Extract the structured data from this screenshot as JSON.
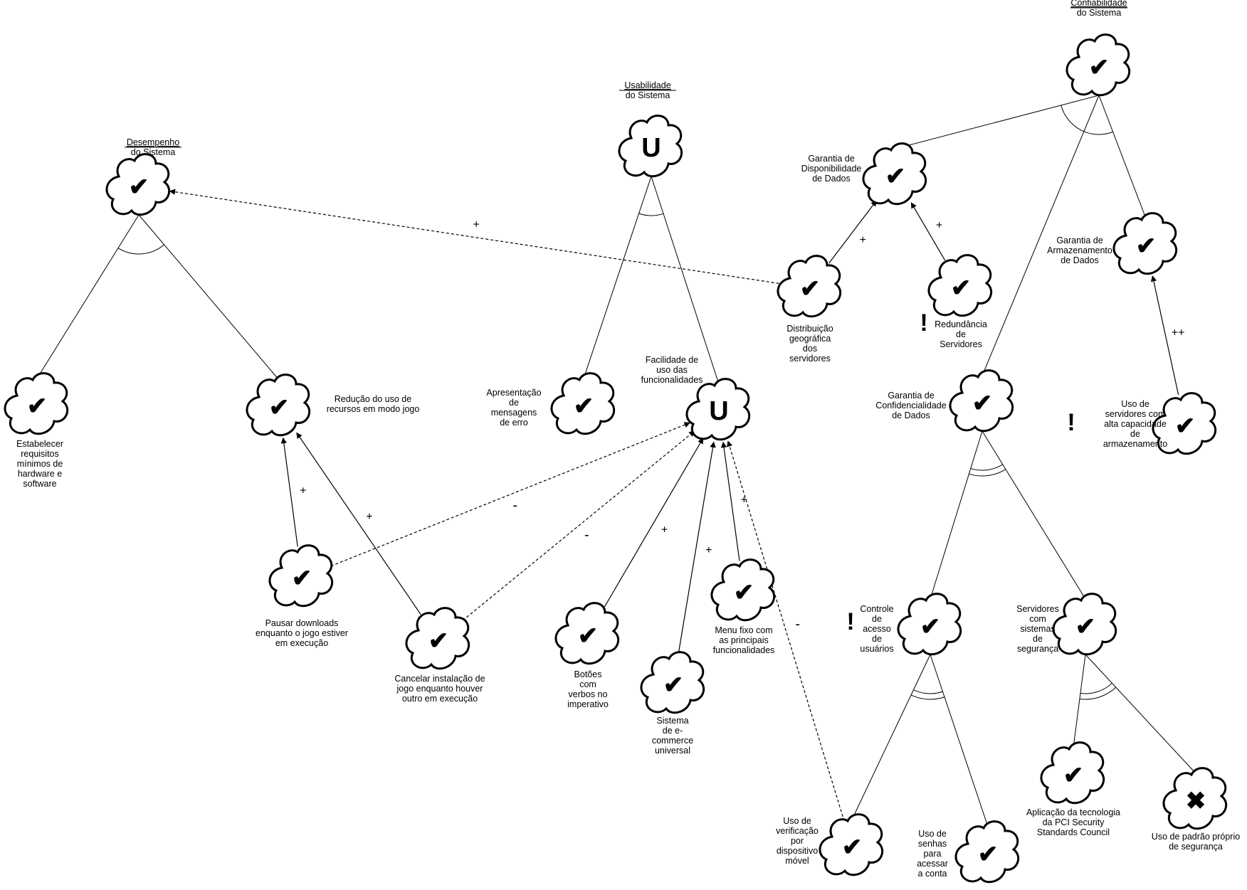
{
  "softgoals": [
    {
      "id": "desempenho",
      "title_lines": [
        "Desempenho",
        "do Sistema"
      ],
      "status": "satisficed"
    },
    {
      "id": "usabilidade",
      "title_lines": [
        "Usabilidade",
        "do Sistema"
      ],
      "status": "undecided"
    },
    {
      "id": "confiabilidade",
      "title_lines": [
        "Confiabilidade",
        "do Sistema"
      ],
      "status": "satisficed"
    },
    {
      "id": "disponibilidade",
      "label_lines": [
        "Garantia de",
        "Disponibilidade",
        "de Dados"
      ],
      "status": "satisficed"
    },
    {
      "id": "armazenamento",
      "label_lines": [
        "Garantia de",
        "Armazenamento",
        "de Dados"
      ],
      "status": "satisficed"
    },
    {
      "id": "distribuicao",
      "label_lines": [
        "Distribuição",
        "geográfica",
        "dos",
        "servidores"
      ],
      "status": "satisficed"
    },
    {
      "id": "redundancia",
      "label_lines": [
        "Redundância",
        "de",
        "Servidores"
      ],
      "status": "satisficed",
      "critical": true
    },
    {
      "id": "confidencialidade",
      "label_lines": [
        "Garantia de",
        "Confidencialidade",
        "de Dados"
      ],
      "status": "satisficed"
    },
    {
      "id": "alta_capacidade",
      "label_lines": [
        "Uso de",
        "servidores com",
        "alta capacidade",
        "de",
        "armazenamento"
      ],
      "status": "satisficed",
      "critical": true
    },
    {
      "id": "controle",
      "label_lines": [
        "Controle",
        "de",
        "acesso",
        "de",
        "usuários"
      ],
      "status": "satisficed",
      "critical": true
    },
    {
      "id": "servidores_seg",
      "label_lines": [
        "Servidores",
        "com",
        "sistemas",
        "de",
        "segurança"
      ],
      "status": "satisficed"
    },
    {
      "id": "verificacao",
      "label_lines": [
        "Uso de",
        "verificação",
        "por",
        "dispositivo",
        "móvel"
      ],
      "status": "satisficed"
    },
    {
      "id": "senhas",
      "label_lines": [
        "Uso de",
        "senhas",
        "para",
        "acessar",
        "a conta"
      ],
      "status": "satisficed"
    },
    {
      "id": "pci",
      "label_lines": [
        "Aplicação da tecnologia",
        "da PCI Security",
        "Standards Council"
      ],
      "status": "satisficed"
    },
    {
      "id": "padrao_proprio",
      "label_lines": [
        "Uso de padrão próprio",
        "de segurança"
      ],
      "status": "denied"
    },
    {
      "id": "requisitos",
      "label_lines": [
        "Estabelecer",
        "requisitos",
        "mínimos de",
        "hardware e",
        "software"
      ],
      "status": "satisficed"
    },
    {
      "id": "reducao",
      "label_lines": [
        "Redução do uso de",
        "recursos em modo jogo"
      ],
      "status": "satisficed"
    },
    {
      "id": "pausar",
      "label_lines": [
        "Pausar downloads",
        "enquanto o jogo estiver",
        "em execução"
      ],
      "status": "satisficed"
    },
    {
      "id": "cancelar",
      "label_lines": [
        "Cancelar instalação de",
        "jogo enquanto houver",
        "outro em execução"
      ],
      "status": "satisficed"
    },
    {
      "id": "mensagens",
      "label_lines": [
        "Apresentação",
        "de",
        "mensagens",
        "de erro"
      ],
      "status": "satisficed"
    },
    {
      "id": "facilidade",
      "label_lines": [
        "Facilidade de",
        "uso das",
        "funcionalidades"
      ],
      "status": "undecided"
    },
    {
      "id": "botoes",
      "label_lines": [
        "Botões",
        "com",
        "verbos no",
        "imperativo"
      ],
      "status": "satisficed"
    },
    {
      "id": "ecommerce",
      "label_lines": [
        "Sistema",
        "de e-",
        "commerce",
        "universal"
      ],
      "status": "satisficed"
    },
    {
      "id": "menu",
      "label_lines": [
        "Menu fixo com",
        "as principais",
        "funcionalidades"
      ],
      "status": "satisficed"
    }
  ],
  "status_glyphs": {
    "satisficed": "✔",
    "denied": "✖",
    "undecided": "U",
    "critical": "!"
  },
  "contributions": [
    {
      "from": "distribuicao",
      "to": "desempenho",
      "label": "+",
      "style": "dashed"
    },
    {
      "from": "distribuicao",
      "to": "disponibilidade",
      "label": "+",
      "style": "solid"
    },
    {
      "from": "redundancia",
      "to": "disponibilidade",
      "label": "+",
      "style": "solid"
    },
    {
      "from": "alta_capacidade",
      "to": "armazenamento",
      "label": "++",
      "style": "solid"
    },
    {
      "from": "pausar",
      "to": "reducao",
      "label": "+",
      "style": "solid"
    },
    {
      "from": "cancelar",
      "to": "reducao",
      "label": "+",
      "style": "solid"
    },
    {
      "from": "pausar",
      "to": "facilidade",
      "label": "-",
      "style": "dashed"
    },
    {
      "from": "cancelar",
      "to": "facilidade",
      "label": "-",
      "style": "dashed"
    },
    {
      "from": "botoes",
      "to": "facilidade",
      "label": "+",
      "style": "solid"
    },
    {
      "from": "ecommerce",
      "to": "facilidade",
      "label": "+",
      "style": "solid"
    },
    {
      "from": "menu",
      "to": "facilidade",
      "label": "+",
      "style": "solid"
    },
    {
      "from": "verificacao",
      "to": "facilidade",
      "label": "-",
      "style": "dashed"
    }
  ],
  "decompositions": [
    {
      "parent": "desempenho",
      "children": [
        "requisitos",
        "reducao"
      ],
      "type": "AND"
    },
    {
      "parent": "usabilidade",
      "children": [
        "mensagens",
        "facilidade"
      ],
      "type": "AND"
    },
    {
      "parent": "confiabilidade",
      "children": [
        "disponibilidade",
        "armazenamento",
        "confidencialidade"
      ],
      "type": "AND"
    },
    {
      "parent": "confidencialidade",
      "children": [
        "controle",
        "servidores_seg"
      ],
      "type": "OR"
    },
    {
      "parent": "controle",
      "children": [
        "verificacao",
        "senhas"
      ],
      "type": "OR"
    },
    {
      "parent": "servidores_seg",
      "children": [
        "pci",
        "padrao_proprio"
      ],
      "type": "OR"
    }
  ]
}
